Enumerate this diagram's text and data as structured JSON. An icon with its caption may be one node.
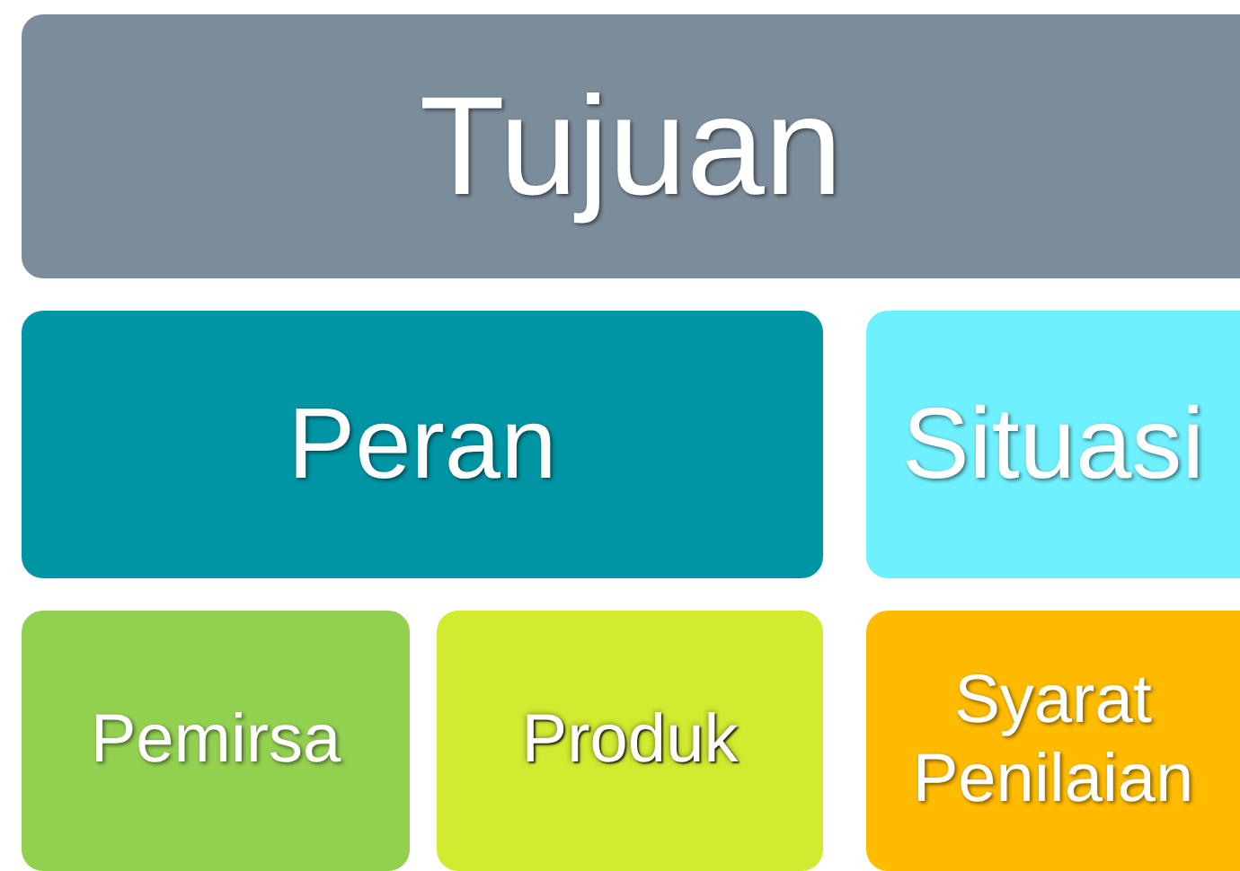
{
  "diagram": {
    "nodes": [
      {
        "text": [
          "Tujuan"
        ]
      },
      {
        "text": [
          "Peran"
        ]
      },
      {
        "text": [
          "Situasi"
        ]
      },
      {
        "text": [
          "Pemirsa"
        ]
      },
      {
        "text": [
          "Produk"
        ]
      },
      {
        "text": [
          "Syarat Penilaian"
        ]
      }
    ]
  }
}
